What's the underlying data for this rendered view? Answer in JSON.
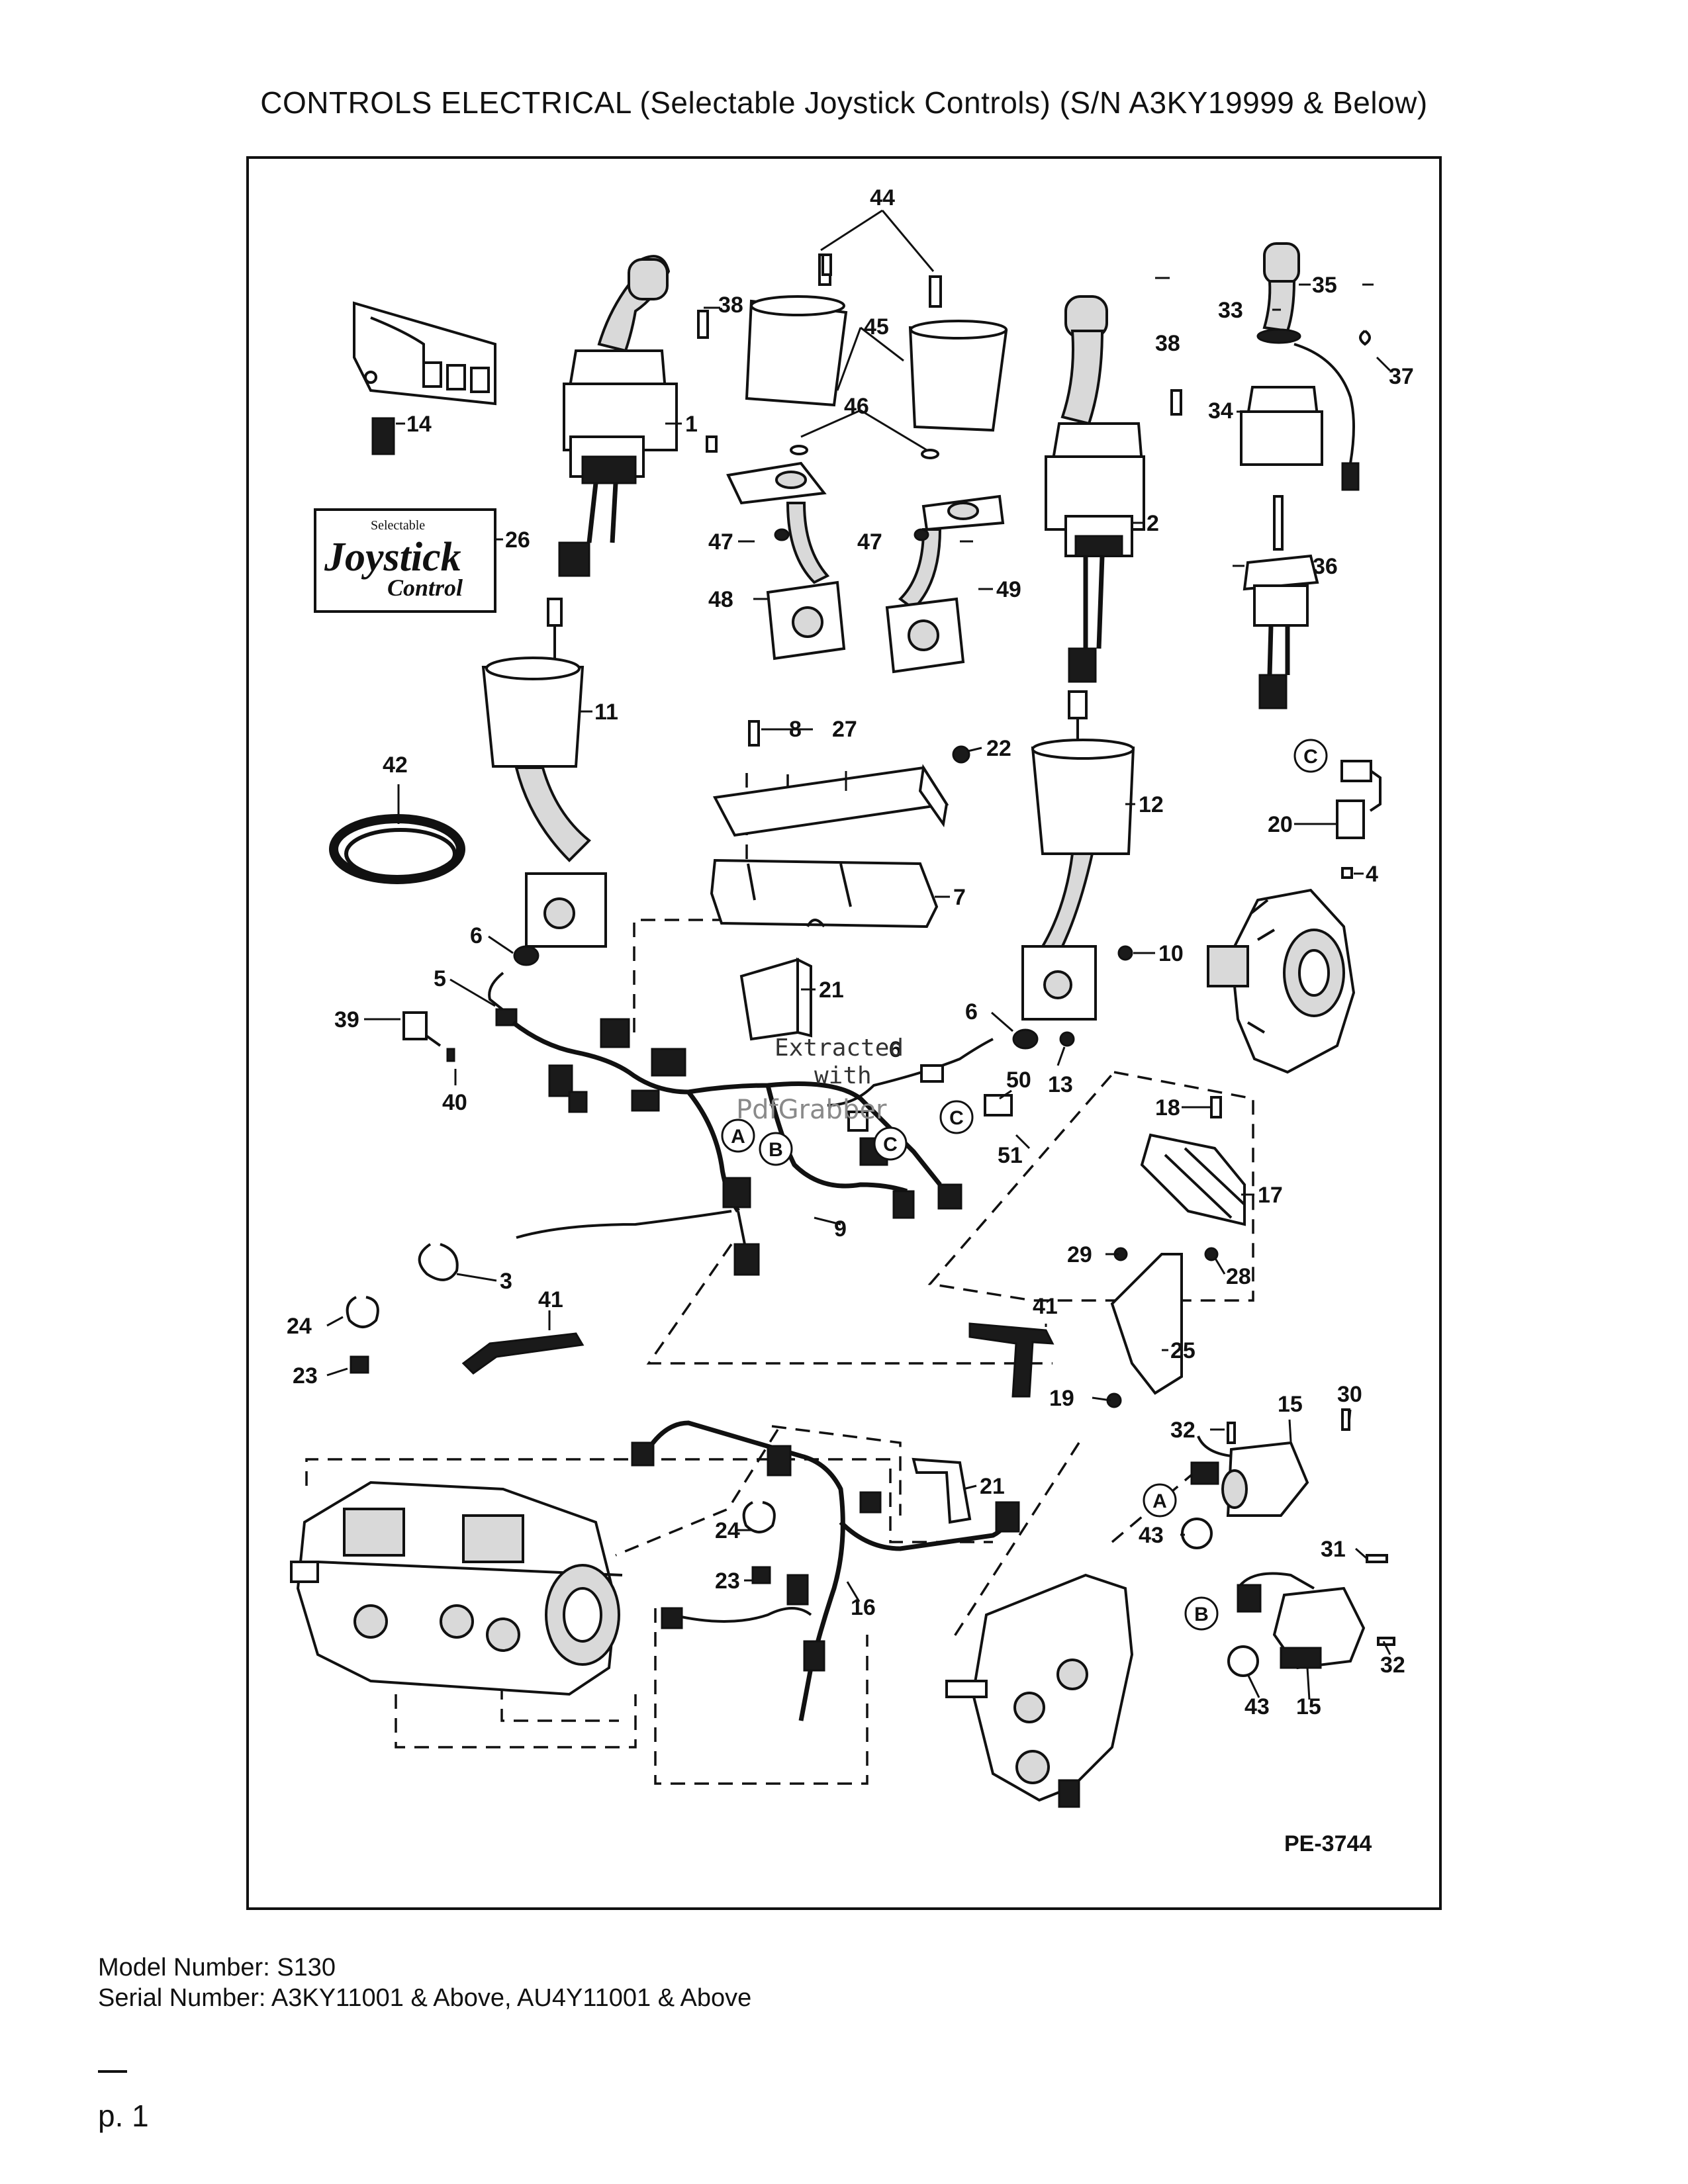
{
  "page": {
    "title": "CONTROLS ELECTRICAL (Selectable Joystick Controls) (S/N A3KY19999 & Below)",
    "model_line": "Model Number: S130",
    "serial_line": "Serial Number: A3KY11001 & Above, AU4Y11001 & Above",
    "page_number": "p. 1"
  },
  "diagram": {
    "figure_code": "PE-3744",
    "decal": {
      "brand": "Selectable",
      "line1": "Joystick",
      "line2": "Control"
    },
    "watermark": {
      "line1": "Extracted",
      "line2": "with",
      "line3": "PdfGrabber"
    },
    "callouts": [
      "44",
      "38",
      "45",
      "33",
      "35",
      "37",
      "38",
      "14",
      "1",
      "46",
      "34",
      "26",
      "47",
      "47",
      "2",
      "36",
      "48",
      "49",
      "8",
      "27",
      "22",
      "11",
      "20",
      "4",
      "12",
      "42",
      "7",
      "6",
      "10",
      "5",
      "21",
      "39",
      "6",
      "6",
      "13",
      "50",
      "18",
      "51",
      "40",
      "17",
      "29",
      "28",
      "9",
      "3",
      "41",
      "24",
      "41",
      "25",
      "23",
      "19",
      "15",
      "30",
      "32",
      "21",
      "43",
      "24",
      "31",
      "23",
      "16",
      "32",
      "43",
      "15"
    ],
    "circle_labels": [
      "C",
      "A",
      "B",
      "C",
      "C",
      "A",
      "B"
    ]
  }
}
